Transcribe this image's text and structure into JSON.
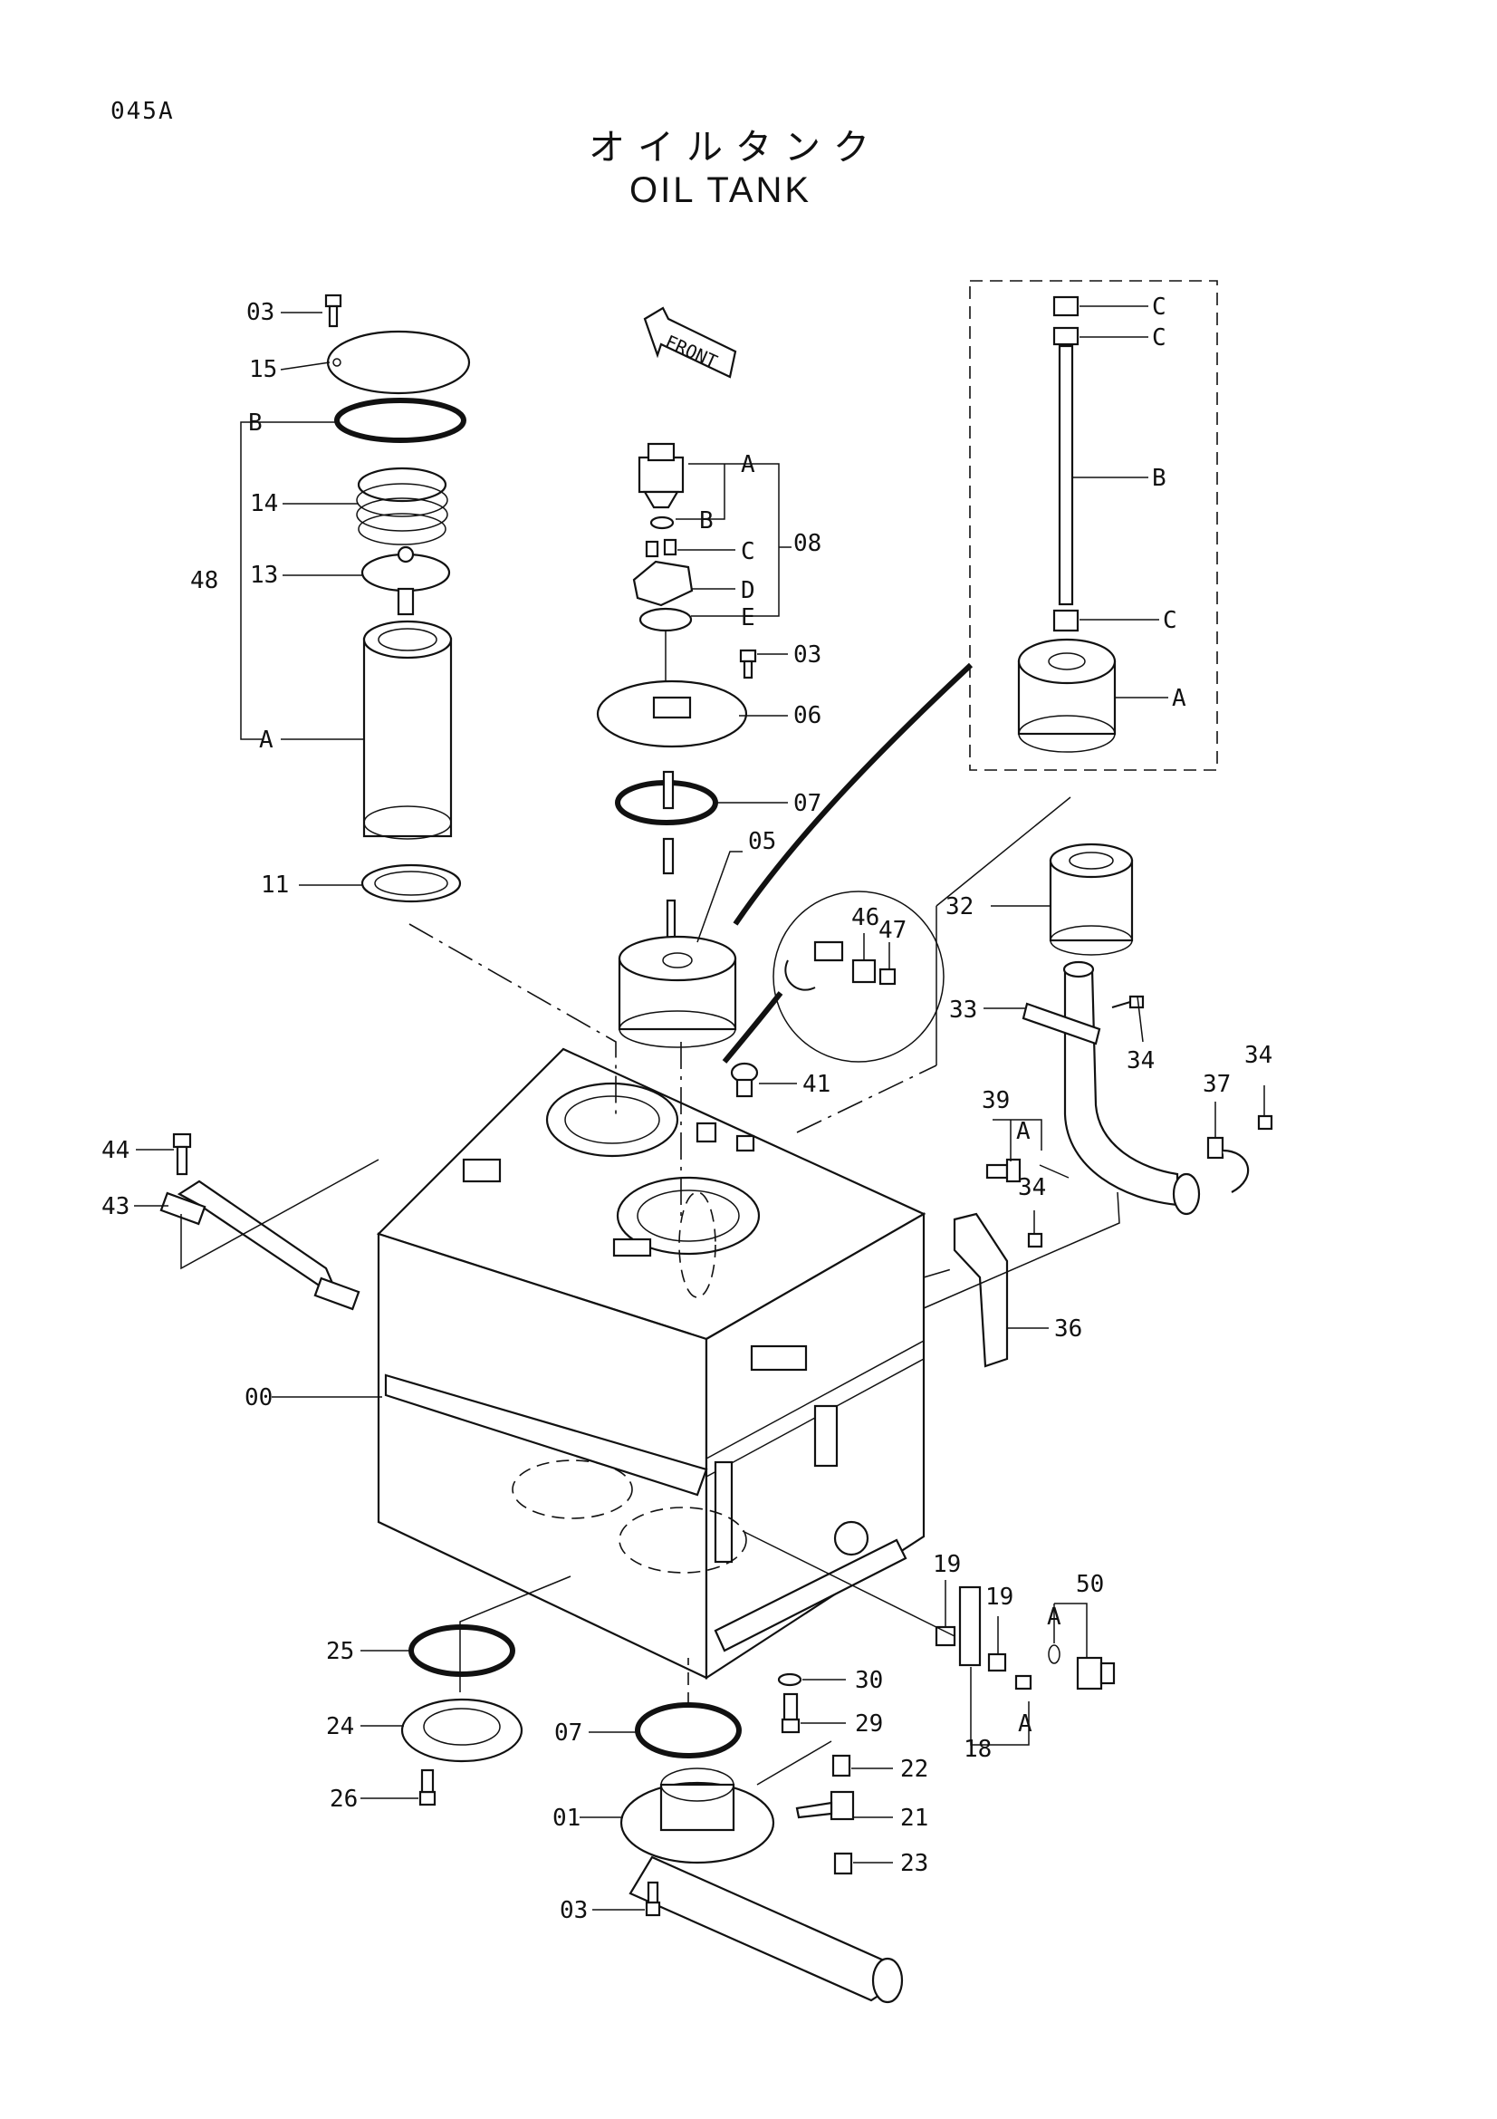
{
  "header": {
    "page_code": "045A",
    "title_jp": "オイルタンク",
    "title_en": "OIL TANK",
    "front_arrow": "FRONT"
  },
  "callouts": {
    "c03a": "03",
    "c15": "15",
    "cB1": "B",
    "c14": "14",
    "c13": "13",
    "c48": "48",
    "cA1": "A",
    "c11": "11",
    "c08": "08",
    "c08A": "A",
    "c08B": "B",
    "c08C": "C",
    "c08D": "D",
    "c08E": "E",
    "c03b": "03",
    "c06": "06",
    "c07a": "07",
    "c05": "05",
    "c46": "46",
    "c47": "47",
    "cC1": "C",
    "cC2": "C",
    "cB2": "B",
    "cC3": "C",
    "cA2": "A",
    "c32": "32",
    "c33": "33",
    "c34a": "34",
    "c34b": "34",
    "c37": "37",
    "c39": "39",
    "cA3": "A",
    "c34c": "34",
    "c36": "36",
    "c41": "41",
    "c44": "44",
    "c43": "43",
    "c00": "00",
    "c19a": "19",
    "c19b": "19",
    "c50": "50",
    "cA4": "A",
    "cA5": "A",
    "c18": "18",
    "c30": "30",
    "c29": "29",
    "c25": "25",
    "c24": "24",
    "c26": "26",
    "c07b": "07",
    "c22": "22",
    "c01": "01",
    "c21": "21",
    "c23": "23",
    "c03c": "03"
  },
  "icons": [
    "front-arrow-icon",
    "tank-icon",
    "filter-icon",
    "cap-icon",
    "pipe-icon"
  ]
}
